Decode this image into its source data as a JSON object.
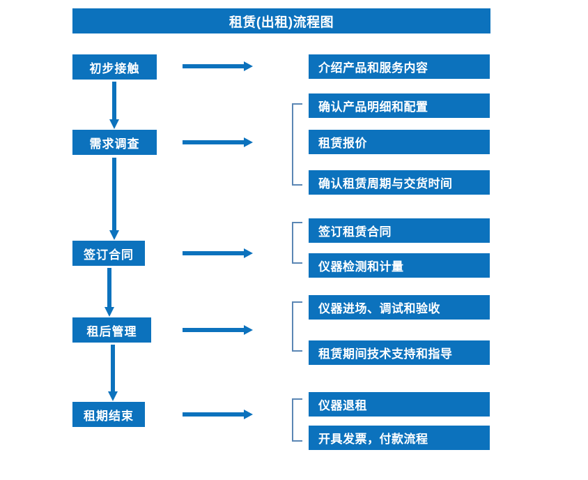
{
  "diagram": {
    "title": "租赁(出租)流程图",
    "accent_color": "#0c72bd",
    "bracket_color": "#5a86b4",
    "background_color": "#ffffff",
    "text_color": "#ffffff"
  },
  "stages": [
    {
      "label": "初步接触"
    },
    {
      "label": "需求调查"
    },
    {
      "label": "签订合同"
    },
    {
      "label": "租后管理"
    },
    {
      "label": "租期结束"
    }
  ],
  "groups": [
    {
      "items": [
        {
          "label": "介绍产品和服务内容"
        }
      ]
    },
    {
      "items": [
        {
          "label": "确认产品明细和配置"
        },
        {
          "label": "租赁报价"
        },
        {
          "label": "确认租赁周期与交货时间"
        }
      ]
    },
    {
      "items": [
        {
          "label": "签订租赁合同"
        },
        {
          "label": "仪器检测和计量"
        }
      ]
    },
    {
      "items": [
        {
          "label": "仪器进场、调试和验收"
        },
        {
          "label": "租赁期间技术支持和指导"
        }
      ]
    },
    {
      "items": [
        {
          "label": "仪器退租"
        },
        {
          "label": "开具发票，付款流程"
        }
      ]
    }
  ]
}
